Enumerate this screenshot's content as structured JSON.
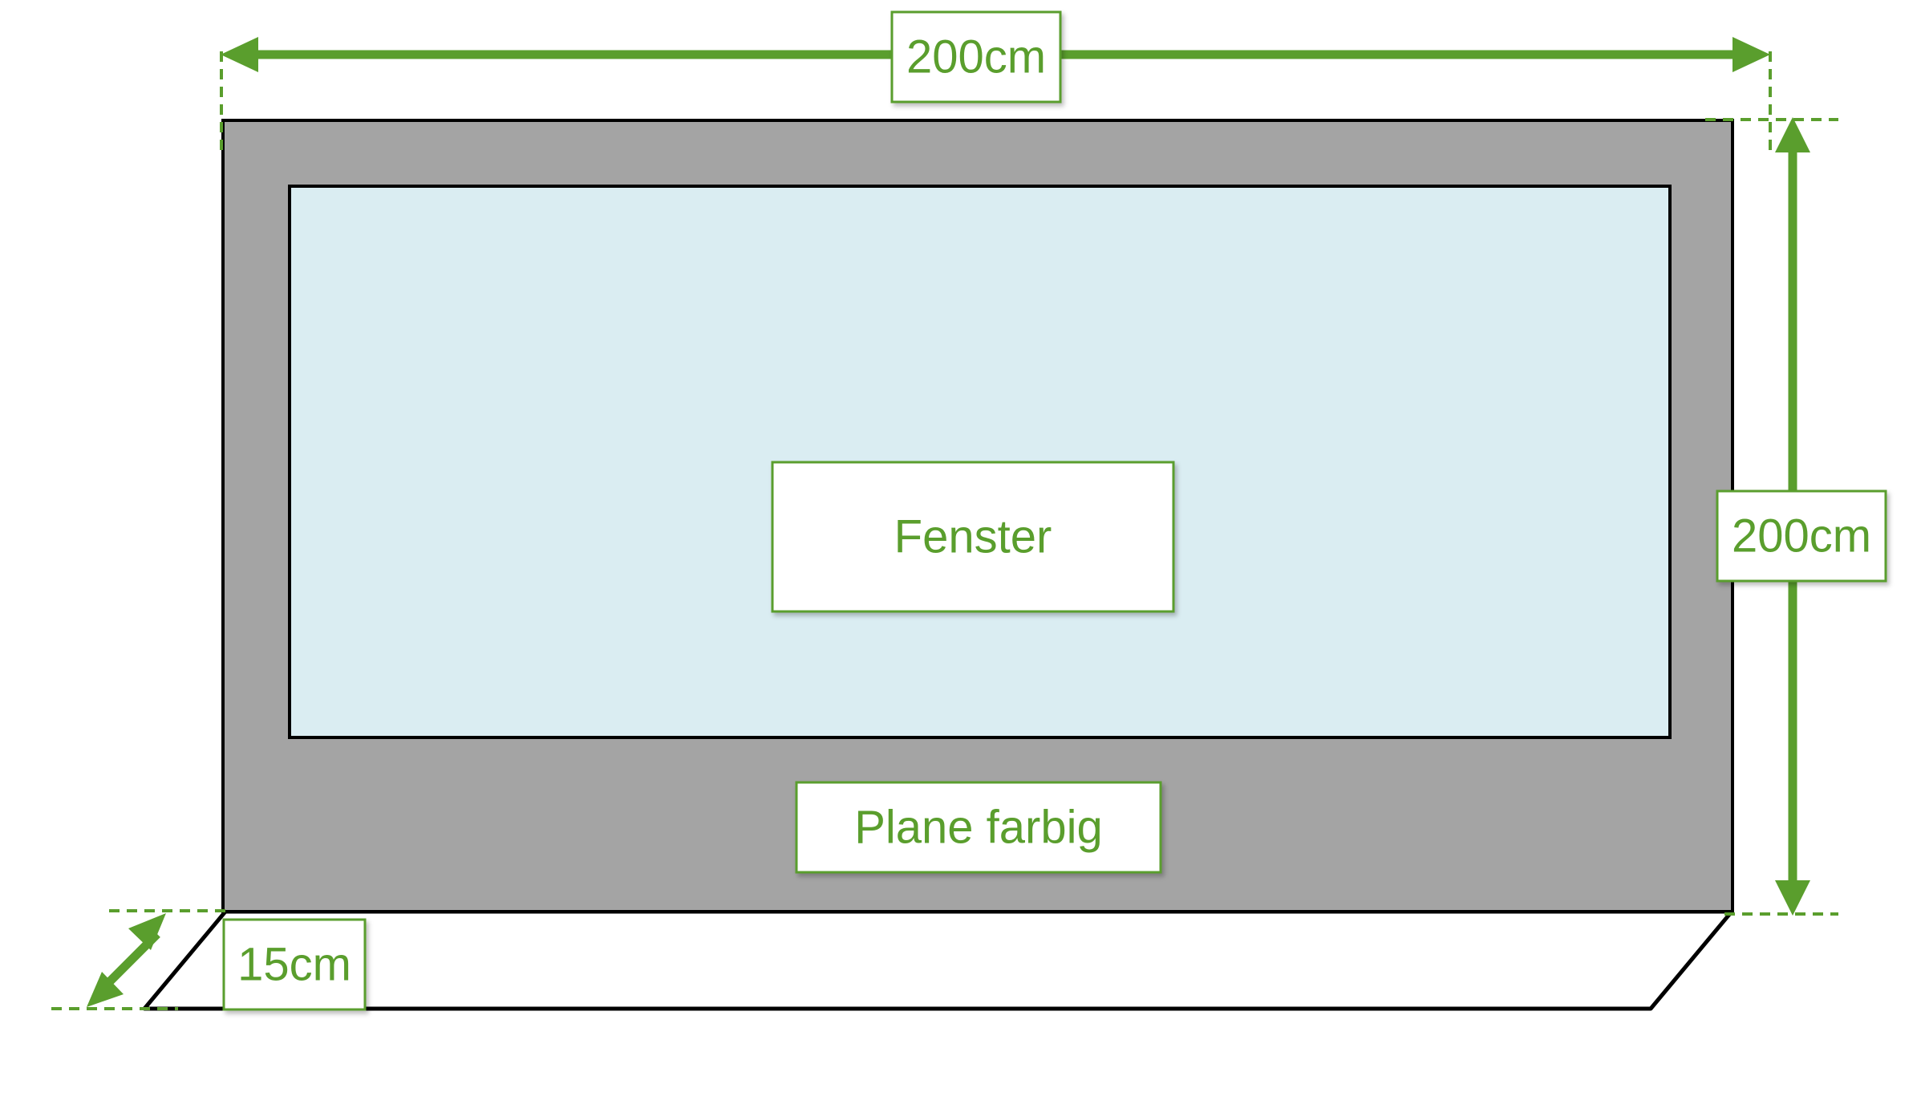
{
  "colors": {
    "accent": "#5a9e2d",
    "frame": "#a4a4a4",
    "window": "#daedf2",
    "outline": "#000000",
    "label_background": "#ffffff"
  },
  "labels": {
    "width": "200cm",
    "height": "200cm",
    "depth": "15cm",
    "window": "Fenster",
    "tarp": "Plane farbig"
  }
}
